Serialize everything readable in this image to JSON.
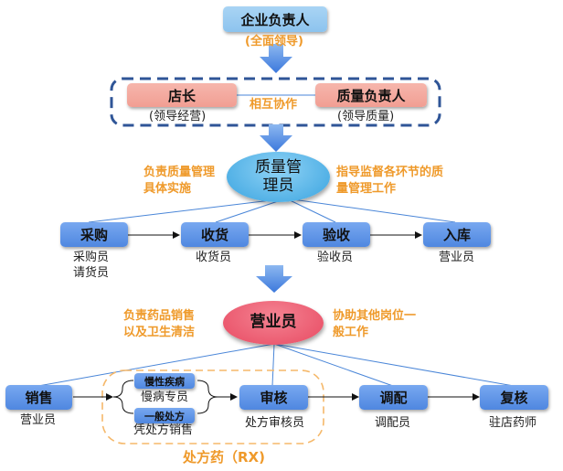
{
  "top": {
    "owner": "企业负责人",
    "owner_note": "(全面领导)"
  },
  "management": {
    "store_manager": "店长",
    "store_manager_note": "(领导经营)",
    "quality_owner": "质量负责人",
    "quality_owner_note": "(领导质量)",
    "cooperation": "相互协作"
  },
  "quality_manager": {
    "title_line1": "质量管",
    "title_line2": "理员",
    "left_note_line1": "负责质量管理",
    "left_note_line2": "具体实施",
    "right_note_line1": "指导监督各环节的质",
    "right_note_line2": "量管理工作"
  },
  "inbound_steps": [
    {
      "label": "采购",
      "role_line1": "采购员",
      "role_line2": "请货员"
    },
    {
      "label": "收货",
      "role_line1": "收货员",
      "role_line2": ""
    },
    {
      "label": "验收",
      "role_line1": "验收员",
      "role_line2": ""
    },
    {
      "label": "入库",
      "role_line1": "营业员",
      "role_line2": ""
    }
  ],
  "sales_staff": {
    "title": "营业员",
    "left_note_line1": "负责药品销售",
    "left_note_line2": "以及卫生清洁",
    "right_note_line1": "协助其他岗位一",
    "right_note_line2": "般工作"
  },
  "outbound_steps": [
    {
      "label": "销售",
      "role": "营业员"
    },
    {
      "label": "审核",
      "role": "处方审核员"
    },
    {
      "label": "调配",
      "role": "调配员"
    },
    {
      "label": "复核",
      "role": "驻店药师"
    }
  ],
  "rx": {
    "chronic": "慢性疾病",
    "chronic_role": "慢病专员",
    "general": "一般处方",
    "general_role": "凭处方销售",
    "group_label": "处方药（RX)"
  },
  "colors": {
    "orange_note": "#ef9a2b",
    "step_blue": "#5b8fe6",
    "connector_blue": "#4a86d8",
    "dashed_frame": "#2f5597",
    "rx_frame": "#f5b86a"
  }
}
